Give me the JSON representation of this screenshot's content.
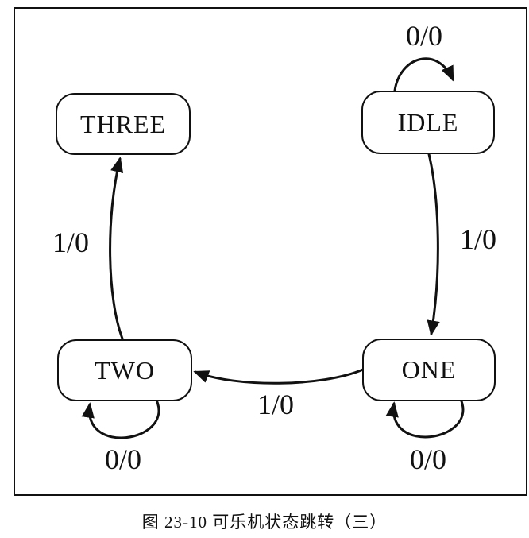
{
  "figure": {
    "caption": "图 23-10  可乐机状态跳转（三）"
  },
  "diagram": {
    "type": "state-machine",
    "states": [
      {
        "id": "three",
        "label": "THREE"
      },
      {
        "id": "idle",
        "label": "IDLE"
      },
      {
        "id": "two",
        "label": "TWO"
      },
      {
        "id": "one",
        "label": "ONE"
      }
    ],
    "transitions": [
      {
        "id": "idle-self",
        "from": "IDLE",
        "to": "IDLE",
        "label": "0/0"
      },
      {
        "id": "idle-to-one",
        "from": "IDLE",
        "to": "ONE",
        "label": "1/0"
      },
      {
        "id": "one-to-two",
        "from": "ONE",
        "to": "TWO",
        "label": "1/0"
      },
      {
        "id": "two-to-three",
        "from": "TWO",
        "to": "THREE",
        "label": "1/0"
      },
      {
        "id": "two-self",
        "from": "TWO",
        "to": "TWO",
        "label": "0/0"
      },
      {
        "id": "one-self",
        "from": "ONE",
        "to": "ONE",
        "label": "0/0"
      }
    ],
    "colors": {
      "stroke": "#111111",
      "background": "#ffffff"
    }
  }
}
